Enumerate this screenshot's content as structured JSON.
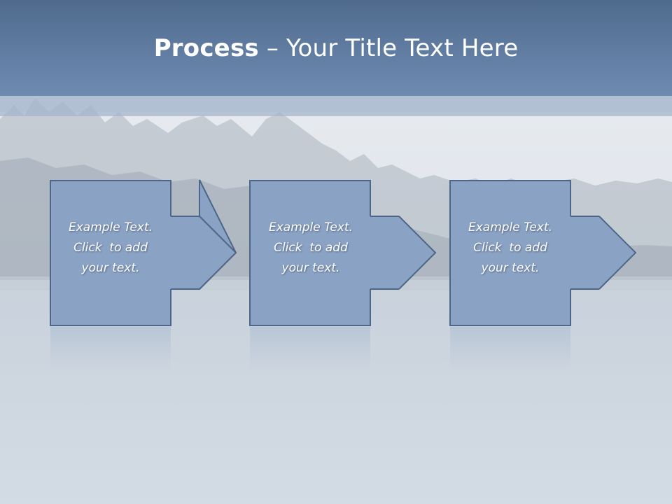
{
  "title": {
    "strong": "Process",
    "rest": " – Your Title Text Here"
  },
  "steps": [
    {
      "line1": "Example Text.",
      "line2": "Click  to add",
      "line3": "your text."
    },
    {
      "line1": "Example Text.",
      "line2": "Click  to add",
      "line3": "your text."
    },
    {
      "line1": "Example Text.",
      "line2": "Click  to add",
      "line3": "your text."
    }
  ],
  "colors": {
    "title_bar": "#5f7ba0",
    "box_fill": "#8aa2c4",
    "box_stroke": "#4e6688"
  }
}
